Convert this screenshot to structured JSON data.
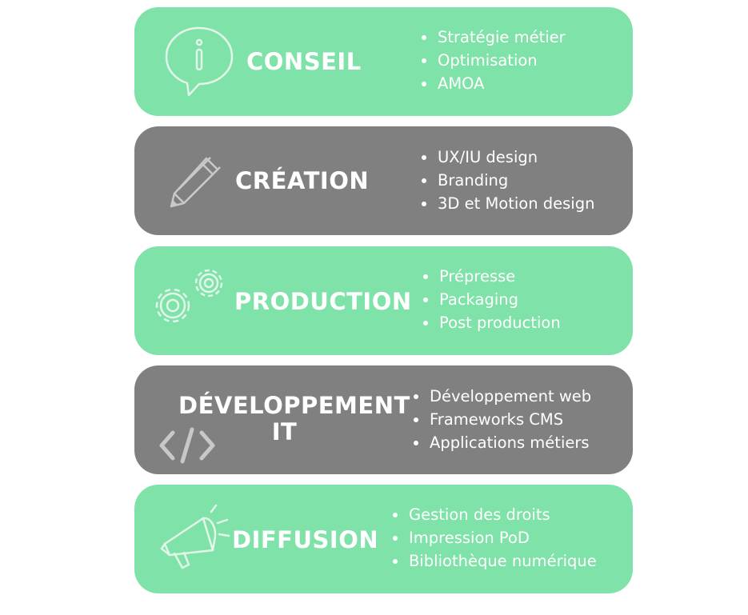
{
  "colors": {
    "green": "#7fe2a8",
    "grey": "#808080",
    "text": "#ffffff",
    "icon": "#e2f6ea"
  },
  "cards": [
    {
      "icon": "info-speech-bubble-icon",
      "title": "CONSEIL",
      "items": [
        "Stratégie métier",
        "Optimisation",
        "AMOA"
      ]
    },
    {
      "icon": "pencil-icon",
      "title": "CRÉATION",
      "items": [
        "UX/IU design",
        "Branding",
        "3D et Motion design"
      ]
    },
    {
      "icon": "gears-icon",
      "title": "PRODUCTION",
      "items": [
        "Prépresse",
        "Packaging",
        "Post production"
      ]
    },
    {
      "icon": "code-brackets-icon",
      "title_line1": "DÉVELOPPEMENT",
      "title_line2": "IT",
      "items": [
        "Développement web",
        "Frameworks CMS",
        "Applications métiers"
      ]
    },
    {
      "icon": "megaphone-icon",
      "title": "DIFFUSION",
      "items": [
        "Gestion des droits",
        "Impression PoD",
        "Bibliothèque numérique"
      ]
    }
  ]
}
